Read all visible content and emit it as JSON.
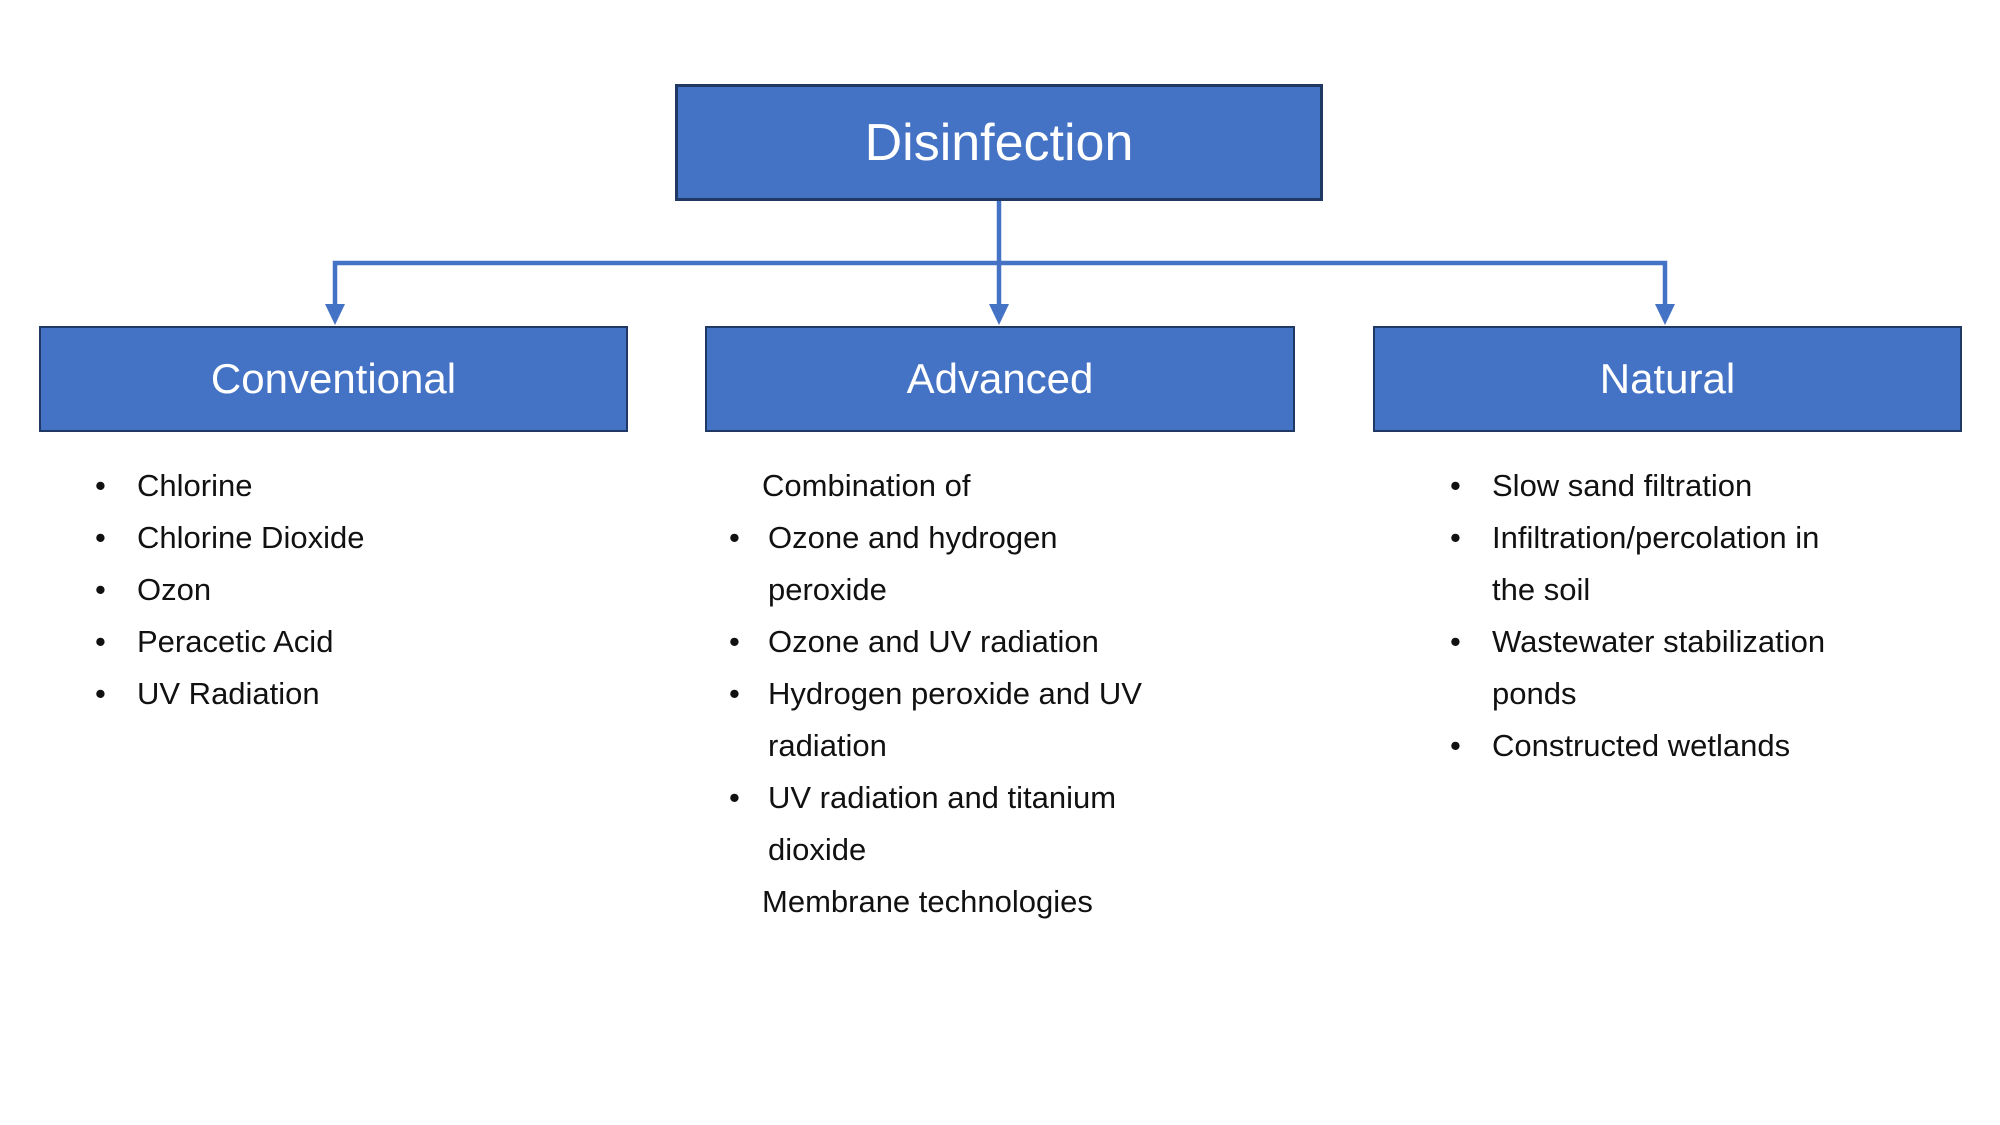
{
  "colors": {
    "page_bg": "#FFFFFF",
    "box_fill": "#4472C4",
    "box_border": "#1F3864",
    "connector": "#4472C4",
    "box_text": "#FFFFFF",
    "body_text": "#111111"
  },
  "bullet_glyph": "•",
  "root": {
    "label": "Disinfection"
  },
  "branches": [
    {
      "label": "Conventional",
      "items": [
        {
          "bullet": true,
          "text": "Chlorine"
        },
        {
          "bullet": true,
          "text": "Chlorine Dioxide"
        },
        {
          "bullet": true,
          "text": "Ozon"
        },
        {
          "bullet": true,
          "text": "Peracetic Acid"
        },
        {
          "bullet": true,
          "text": "UV Radiation"
        }
      ]
    },
    {
      "label": "Advanced",
      "items": [
        {
          "bullet": false,
          "text": "Combination of"
        },
        {
          "bullet": true,
          "text": "Ozone and hydrogen\nperoxide"
        },
        {
          "bullet": true,
          "text": "Ozone and UV radiation"
        },
        {
          "bullet": true,
          "text": "Hydrogen peroxide and UV\nradiation"
        },
        {
          "bullet": true,
          "text": "UV radiation and titanium\ndioxide"
        },
        {
          "bullet": false,
          "text": "Membrane technologies"
        }
      ]
    },
    {
      "label": "Natural",
      "items": [
        {
          "bullet": true,
          "text": "Slow sand filtration"
        },
        {
          "bullet": true,
          "text": "Infiltration/percolation in\nthe soil"
        },
        {
          "bullet": true,
          "text": "Wastewater stabilization\nponds"
        },
        {
          "bullet": true,
          "text": "Constructed wetlands"
        }
      ]
    }
  ]
}
